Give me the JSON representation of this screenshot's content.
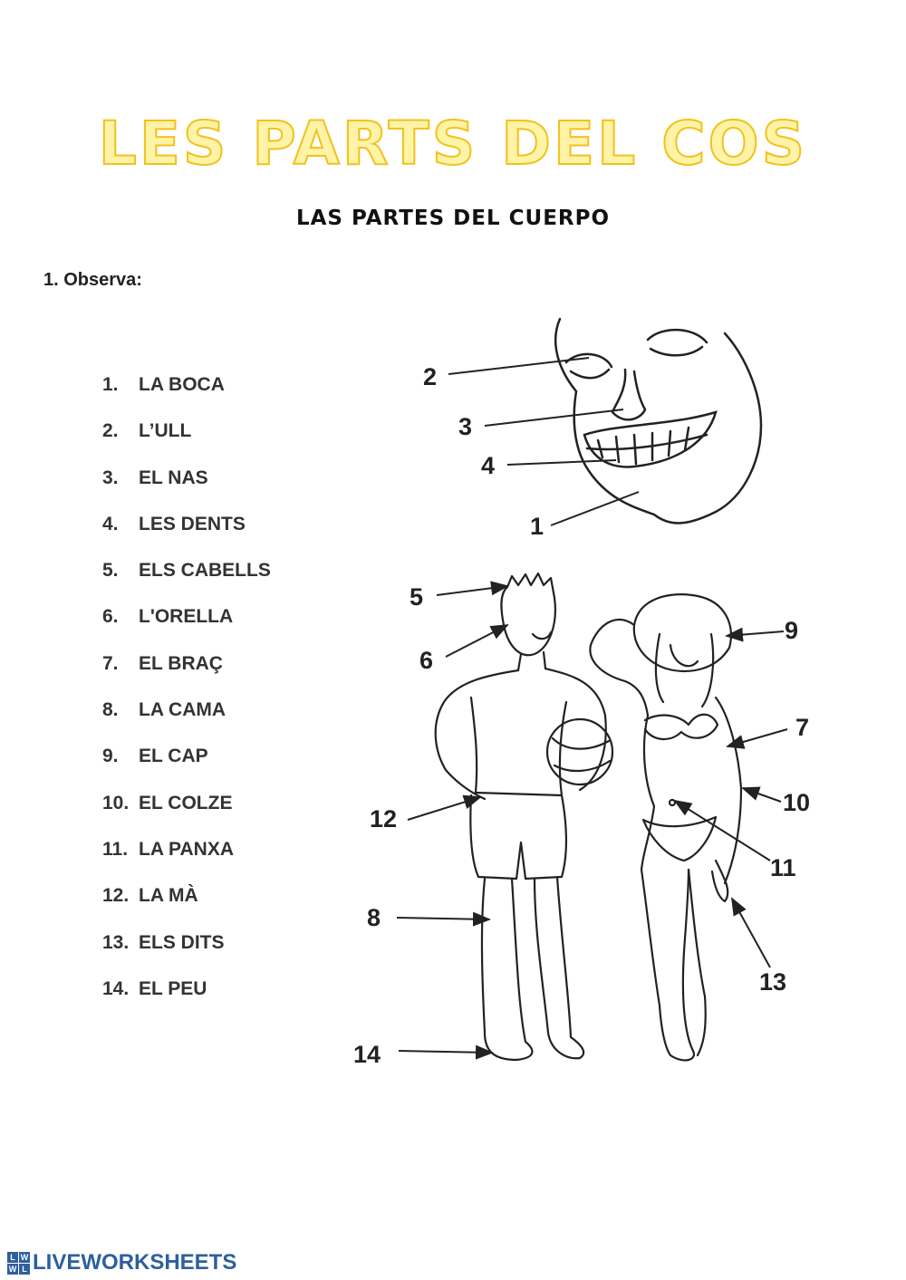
{
  "title": "LES PARTS DEL COS",
  "subtitle": "LAS PARTES DEL CUERPO",
  "instruction": "1. Observa:",
  "vocabulary": [
    {
      "number": "1.",
      "word": "LA BOCA"
    },
    {
      "number": "2.",
      "word": "L’ULL"
    },
    {
      "number": "3.",
      "word": "EL NAS"
    },
    {
      "number": "4.",
      "word": "LES DENTS"
    },
    {
      "number": "5.",
      "word": "ELS CABELLS"
    },
    {
      "number": "6.",
      "word": "L'ORELLA"
    },
    {
      "number": "7.",
      "word": "EL BRAÇ"
    },
    {
      "number": "8.",
      "word": "LA CAMA"
    },
    {
      "number": "9.",
      "word": "EL CAP"
    },
    {
      "number": "10.",
      "word": "EL COLZE"
    },
    {
      "number": "11.",
      "word": "LA PANXA"
    },
    {
      "number": "12.",
      "word": "LA MÀ"
    },
    {
      "number": "13.",
      "word": "ELS DITS"
    },
    {
      "number": "14.",
      "word": "EL PEU"
    }
  ],
  "figure": {
    "labels": [
      "1",
      "2",
      "3",
      "4",
      "5",
      "6",
      "7",
      "8",
      "9",
      "10",
      "11",
      "12",
      "13",
      "14"
    ]
  },
  "footer": {
    "logo_letters": [
      "L",
      "W"
    ],
    "brand": "LIVEWORKSHEETS"
  }
}
